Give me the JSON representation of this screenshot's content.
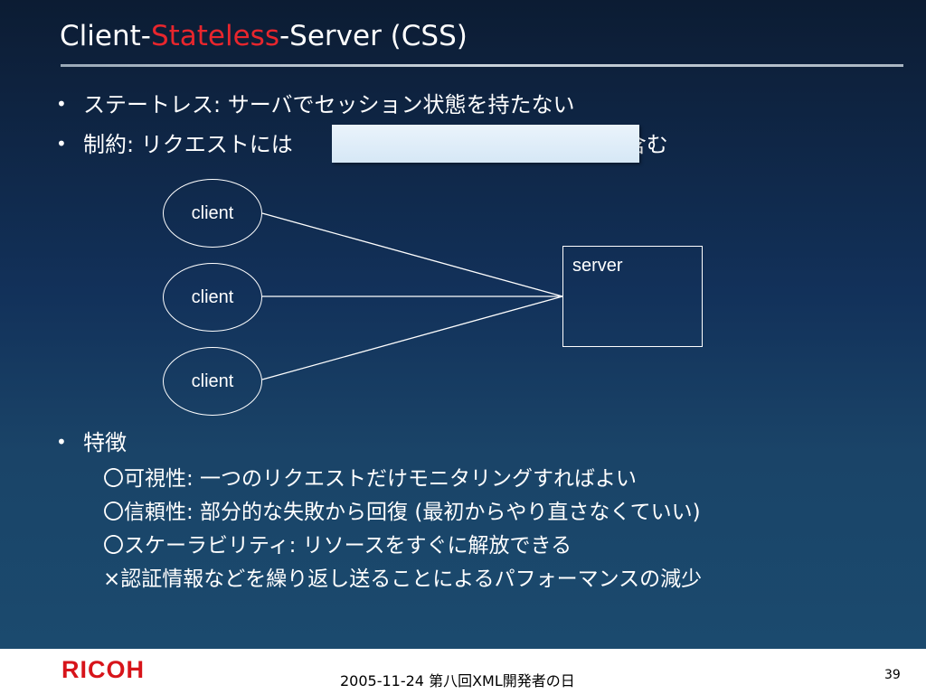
{
  "title": {
    "prefix": "Client-",
    "accent": "Stateless",
    "suffix": "-Server (CSS)",
    "accent_color": "#e8262d"
  },
  "bullets": [
    {
      "marker": "•",
      "text": "ステートレス: サーバでセッション状態を持たない"
    },
    {
      "marker": "•",
      "text_before": "制約: リクエストには",
      "text_after": "を含む"
    },
    {
      "marker": "•",
      "text": "特徴"
    }
  ],
  "diagram": {
    "clients": [
      "client",
      "client",
      "client"
    ],
    "server": "server"
  },
  "features": [
    "〇可視性: 一つのリクエストだけモニタリングすればよい",
    "〇信頼性: 部分的な失敗から回復 (最初からやり直さなくていい)",
    "〇スケーラビリティ: リソースをすぐに解放できる",
    "×認証情報などを繰り返し送ることによるパフォーマンスの減少"
  ],
  "footer": {
    "logo": "RICOH",
    "text": "2005-11-24 第八回XML開発者の日",
    "page": "39"
  }
}
